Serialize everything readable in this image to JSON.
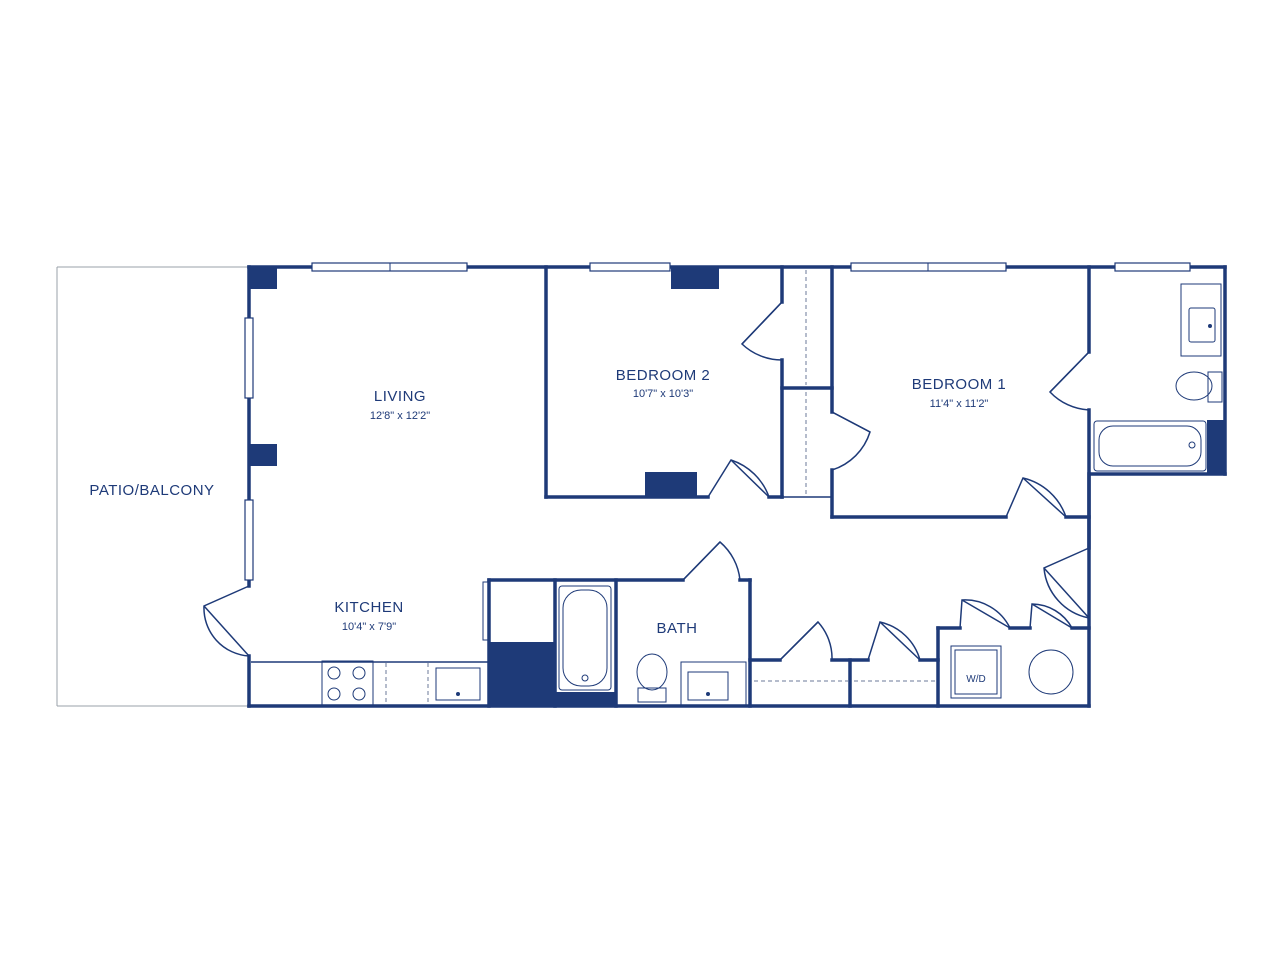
{
  "rooms": {
    "patio": {
      "name": "PATIO/BALCONY"
    },
    "living": {
      "name": "LIVING",
      "dimensions": "12'8\" x 12'2\""
    },
    "kitchen": {
      "name": "KITCHEN",
      "dimensions": "10'4\" x 7'9\""
    },
    "bedroom2": {
      "name": "BEDROOM 2",
      "dimensions": "10'7\" x 10'3\""
    },
    "bedroom1": {
      "name": "BEDROOM 1",
      "dimensions": "11'4\" x 11'2\""
    },
    "bath": {
      "name": "BATH"
    }
  },
  "fixtures": {
    "washer_dryer": "W/D"
  },
  "colors": {
    "walls": "#1e3a78",
    "background": "#ffffff"
  }
}
